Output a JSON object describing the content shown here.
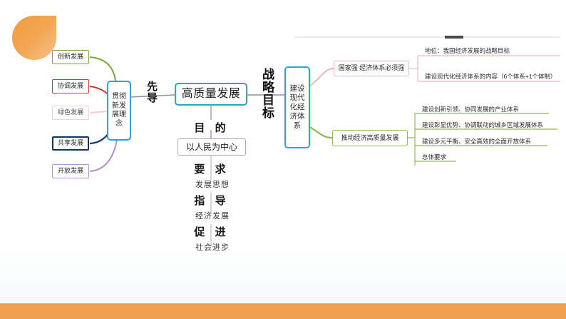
{
  "diagram": {
    "title": "高质量发展",
    "decor": {
      "blob": "orange-quarter-circle",
      "bottom_bar_color": "#f0a050",
      "accent_color": "#2ba7cd"
    },
    "center": {
      "main_title": "高质量发展",
      "concept_box": "贯彻\n新发\n展理\n念",
      "connector_label_left": "先导",
      "connector_label_right": "战略目标",
      "purpose_label": "目 的",
      "people_box": "以人民为中心",
      "require_label": "要 求",
      "require_sub": "发展思想",
      "guide_label": "指 导",
      "guide_sub": "经济发展",
      "promote_label": "促 进",
      "promote_sub": "社会进步"
    },
    "left_branch": {
      "items": [
        {
          "label": "创新发展",
          "color": "#7aa83c"
        },
        {
          "label": "协调发展",
          "color": "#d03a2e"
        },
        {
          "label": "绿色发展",
          "color": "#f3cfd2"
        },
        {
          "label": "共享发展",
          "color": "#11336e"
        },
        {
          "label": "开放发展",
          "color": "#b08ed0"
        }
      ]
    },
    "right_branch": {
      "root_box": "建设\n现代\n化经\n济体\n系",
      "groups": [
        {
          "label": "国家强 经济体系必须强",
          "color": "#f0b6bd",
          "children": [
            "地位：我国经济发展的战略目标",
            "建设现代化经济体系的内容（6个体系+1个体制）"
          ]
        },
        {
          "label": "推动经济高质量发展",
          "color": "#8fba4e",
          "children": [
            "建设创新引领、协同发展的产业体系",
            "建设彰显优势、协调联动的城乡区域发展体系",
            "建设多元平衡、安全高效的全面开放体系",
            "总体要求"
          ]
        }
      ]
    }
  }
}
